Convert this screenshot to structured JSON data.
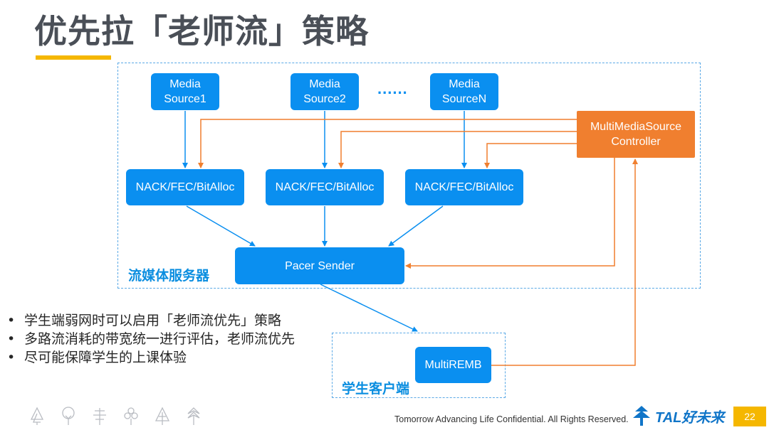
{
  "title": "优先拉「老师流」策略",
  "regions": {
    "server_label": "流媒体服务器",
    "client_label": "学生客户端"
  },
  "nodes": {
    "media_source_1": "Media\nSource1",
    "media_source_2": "Media\nSource2",
    "media_source_n": "Media\nSourceN",
    "ellipsis": "......",
    "nack_1": "NACK/FEC/BitAlloc",
    "nack_2": "NACK/FEC/BitAlloc",
    "nack_3": "NACK/FEC/BitAlloc",
    "controller": "MultiMediaSource\nController",
    "pacer": "Pacer Sender",
    "remb": "MultiREMB"
  },
  "bullets": [
    "学生端弱网时可以启用「老师流优先」策略",
    "多路流消耗的带宽统一进行评估，老师流优先",
    "尽可能保障学生的上课体验"
  ],
  "footer": {
    "text": "Tomorrow Advancing Life Confidential. All Rights Reserved.",
    "logo_text": "TAL好未来",
    "page_number": "22"
  },
  "colors": {
    "blue": "#0a8ff0",
    "orange": "#f07f2f",
    "accent": "#f5b700",
    "title": "#4a4f57"
  },
  "icons": [
    "tree-icon",
    "cloud-tree-icon",
    "pagoda-tree-icon",
    "bush-icon",
    "triangle-tree-icon",
    "leaf-tree-icon"
  ]
}
